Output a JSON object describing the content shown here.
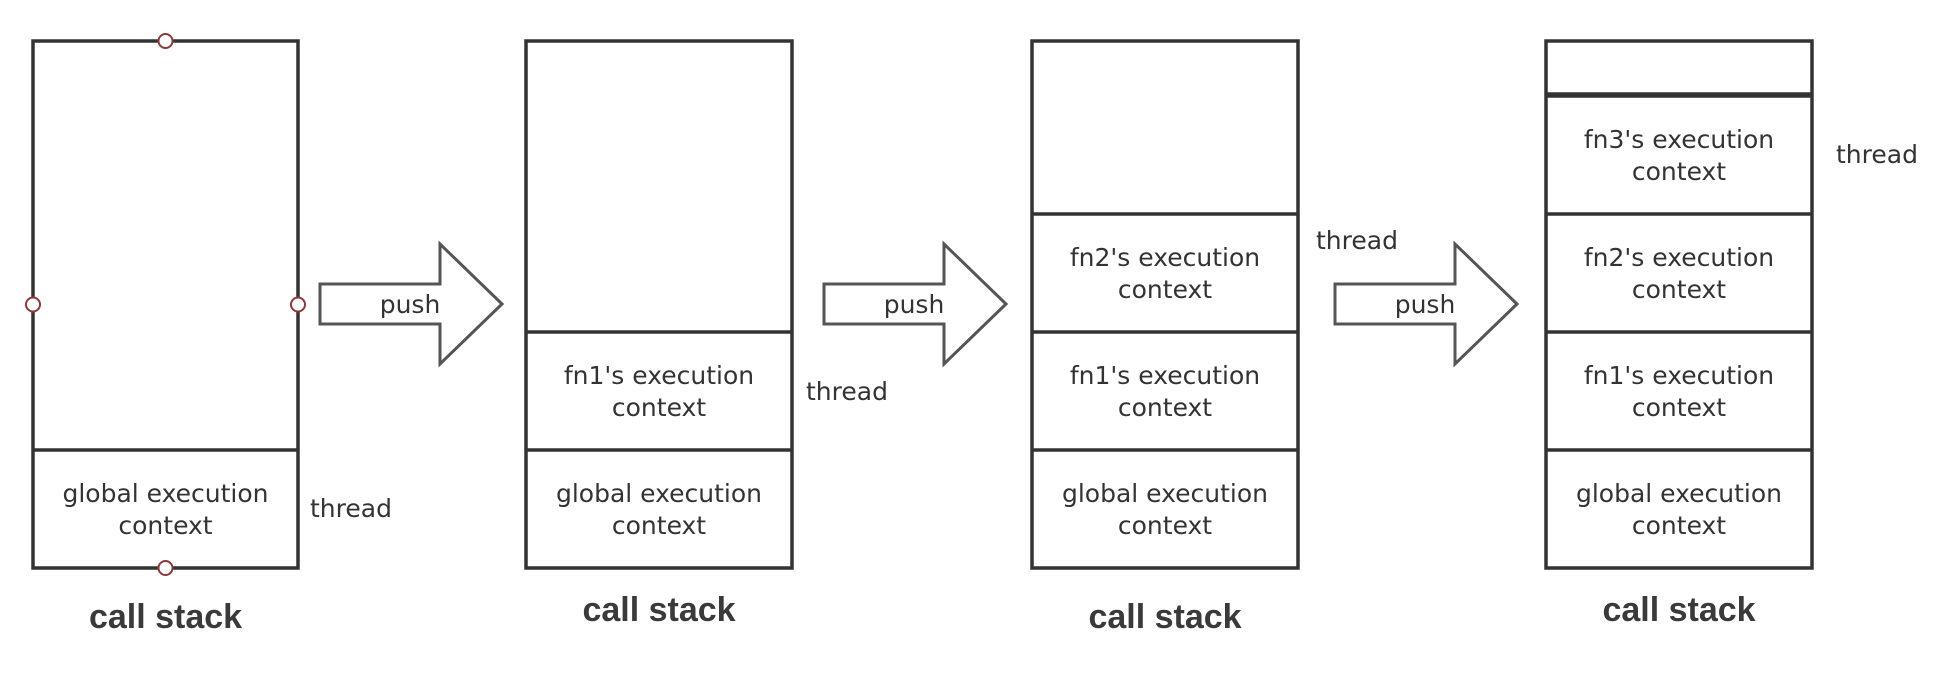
{
  "stacks": [
    {
      "label": "call stack",
      "cells": [
        {
          "lines": [
            "global execution",
            "context"
          ]
        }
      ],
      "thread_label": "thread"
    },
    {
      "label": "call stack",
      "cells": [
        {
          "lines": [
            "global execution",
            "context"
          ]
        },
        {
          "lines": [
            "fn1's execution",
            "context"
          ]
        }
      ],
      "thread_label": "thread"
    },
    {
      "label": "call stack",
      "cells": [
        {
          "lines": [
            "global execution",
            "context"
          ]
        },
        {
          "lines": [
            "fn1's execution",
            "context"
          ]
        },
        {
          "lines": [
            "fn2's execution",
            "context"
          ]
        }
      ],
      "thread_label": "thread"
    },
    {
      "label": "call stack",
      "cells": [
        {
          "lines": [
            "global execution",
            "context"
          ]
        },
        {
          "lines": [
            "fn1's execution",
            "context"
          ]
        },
        {
          "lines": [
            "fn2's execution",
            "context"
          ]
        },
        {
          "lines": [
            "fn3's execution",
            "context"
          ]
        }
      ],
      "thread_label": "thread"
    }
  ],
  "arrows": [
    {
      "label": "push"
    },
    {
      "label": "push"
    },
    {
      "label": "push"
    }
  ],
  "colors": {
    "stroke": "#333333",
    "text": "#333333",
    "handle": "#8a3a3a"
  }
}
